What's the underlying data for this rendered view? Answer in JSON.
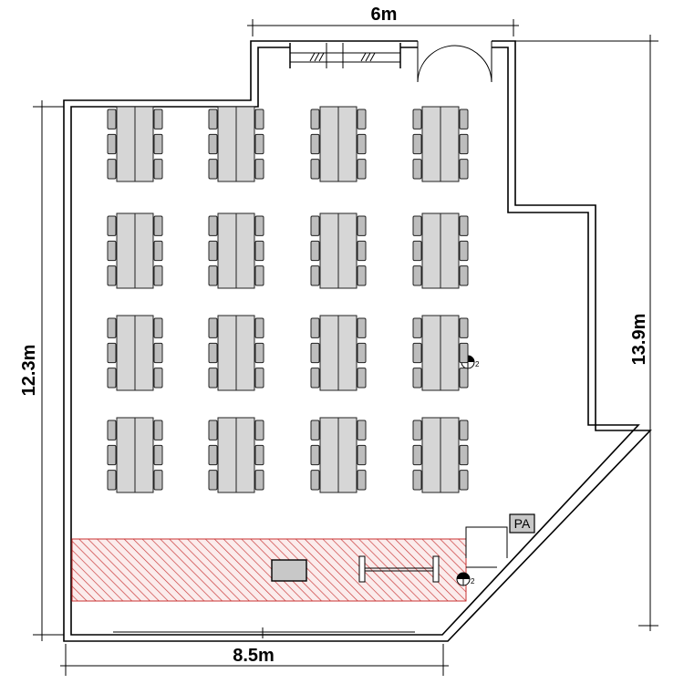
{
  "dimensions": {
    "top_width": "6m",
    "bottom_width": "8.5m",
    "left_height": "12.3m",
    "right_height": "13.9m"
  },
  "labels": {
    "pa": "PA",
    "mic_number": "2"
  },
  "colors": {
    "wall": "#000000",
    "table_fill": "#d6d6d6",
    "chair_fill": "#bdbdbd",
    "stage_hatch": "#c83232"
  },
  "layout": {
    "table_rows": 4,
    "table_columns": 4,
    "chairs_per_side": 3
  }
}
